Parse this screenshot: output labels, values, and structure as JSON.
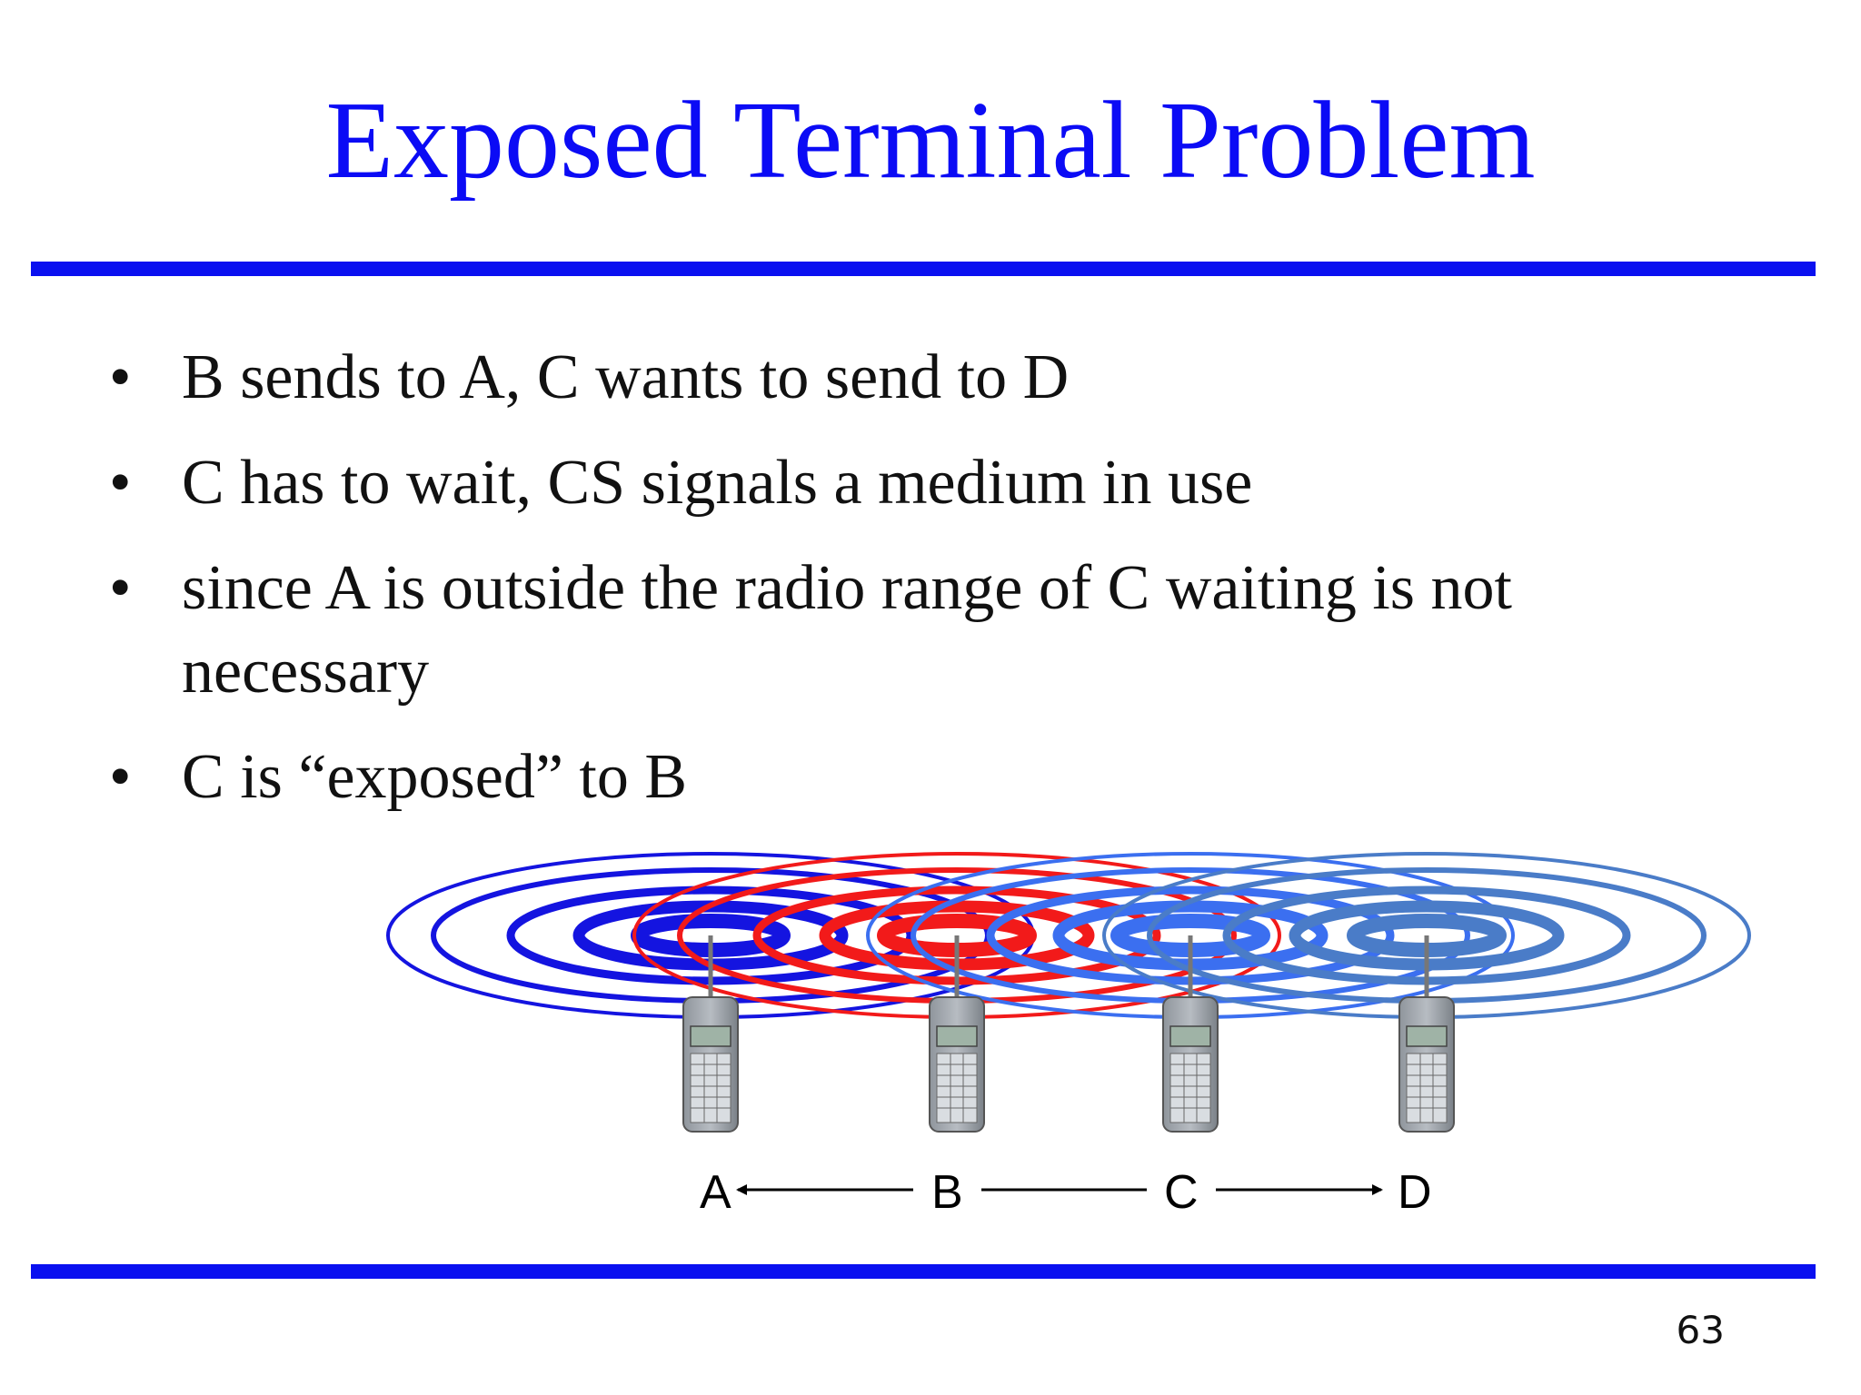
{
  "slide": {
    "title": "Exposed Terminal Problem",
    "page_number": "63",
    "title_color": "#0b0bf5",
    "rule_color": "#0a10f0"
  },
  "bullets": [
    {
      "symbol": "•",
      "text": "B sends to A, C wants to send to D"
    },
    {
      "symbol": "•",
      "text": "C has to wait, CS signals a medium in use"
    },
    {
      "symbol": "•",
      "text": "since A is outside the radio range of C waiting is not necessary"
    },
    {
      "symbol": "•",
      "text": "C is “exposed” to B"
    }
  ],
  "diagram": {
    "nodes": [
      {
        "label": "A",
        "icon": "mobile-phone-icon",
        "range_color": "#1414e0"
      },
      {
        "label": "B",
        "icon": "mobile-phone-icon",
        "range_color": "#f21a1a"
      },
      {
        "label": "C",
        "icon": "mobile-phone-icon",
        "range_color": "#3b6ff0"
      },
      {
        "label": "D",
        "icon": "mobile-phone-icon",
        "range_color": "#4a7cc8"
      }
    ],
    "links": [
      {
        "from": "B",
        "to": "A",
        "arrow": "to A"
      },
      {
        "from": "B",
        "to": "C",
        "arrow": "none"
      },
      {
        "from": "C",
        "to": "D",
        "arrow": "to D"
      }
    ]
  }
}
